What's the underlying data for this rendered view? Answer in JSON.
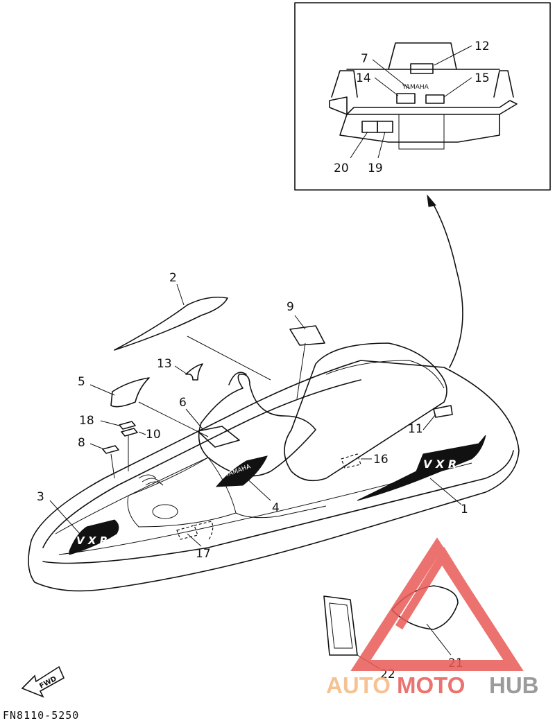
{
  "callouts": [
    "1",
    "2",
    "3",
    "4",
    "5",
    "6",
    "7",
    "8",
    "9",
    "10",
    "11",
    "12",
    "13",
    "14",
    "15",
    "16",
    "17",
    "18",
    "19",
    "20",
    "21",
    "22"
  ],
  "labels": {
    "yamaha_decal": "YAMAHA",
    "yamaha_inset": "YAMAHA",
    "vxr_side": "V X R",
    "vxr_front": "V X R",
    "fwd": "FWD",
    "diagram_code": "FN8110-5250"
  },
  "watermark": {
    "part1": "AUTO",
    "part2": "MOTO",
    "part3": "HUB",
    "color_orange": "#f5b880",
    "color_red": "#e85a55",
    "color_gray": "#8a8a8a"
  }
}
